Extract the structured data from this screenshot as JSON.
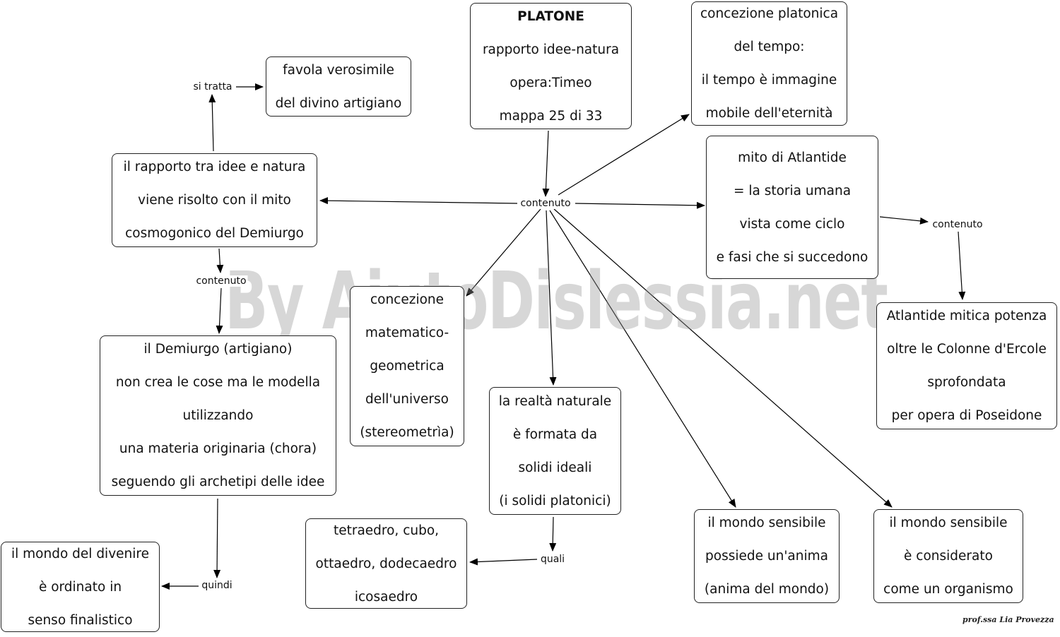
{
  "nodes": {
    "platone": [
      "PLATONE",
      "rapporto idee-natura",
      "opera:Timeo",
      "mappa 25 di 33"
    ],
    "tempo": [
      "concezione platonica",
      "del tempo:",
      "il tempo è immagine",
      "mobile dell'eternità"
    ],
    "atlantide_mito": [
      "mito di Atlantide",
      "= la storia  umana",
      "vista come ciclo",
      "e fasi che si succedono"
    ],
    "favola": [
      "favola verosimile",
      "del divino artigiano"
    ],
    "rapporto": [
      "il rapporto tra idee e natura",
      "viene risolto con  il mito",
      "cosmogonico del Demiurgo"
    ],
    "demiurgo": [
      "il Demiurgo (artigiano)",
      "non crea le cose ma le modella",
      "utilizzando",
      "una materia originaria (chora)",
      "seguendo gli archetipi delle idee"
    ],
    "concezione_mat": [
      "concezione",
      "matematico-",
      "geometrica",
      "dell'universo",
      "(stereometrìa)"
    ],
    "realta": [
      "la realtà naturale",
      "è formata da",
      "solidi ideali",
      "(i solidi platonici)"
    ],
    "atlantide_potenza": [
      "Atlantide mitica potenza",
      "oltre le Colonne d'Ercole",
      "sprofondata",
      "per opera di Poseidone"
    ],
    "divenire": [
      "il mondo del divenire",
      "è ordinato in",
      "senso finalistico"
    ],
    "solidi": [
      "tetraedro, cubo,",
      "ottaedro, dodecaedro",
      "icosaedro"
    ],
    "anima": [
      "il mondo sensibile",
      "possiede un'anima",
      "(anima del mondo)"
    ],
    "organismo": [
      "il mondo sensibile",
      "è considerato",
      "come un organismo"
    ]
  },
  "labels": {
    "contenuto_center": "contenuto",
    "si_tratta": "si tratta",
    "contenuto_left": "contenuto",
    "contenuto_right": "contenuto",
    "quali": "quali",
    "quindi": "quindi"
  },
  "watermark": "By AiutoDislessia.net",
  "signature": "prof.ssa Lia Provezza"
}
